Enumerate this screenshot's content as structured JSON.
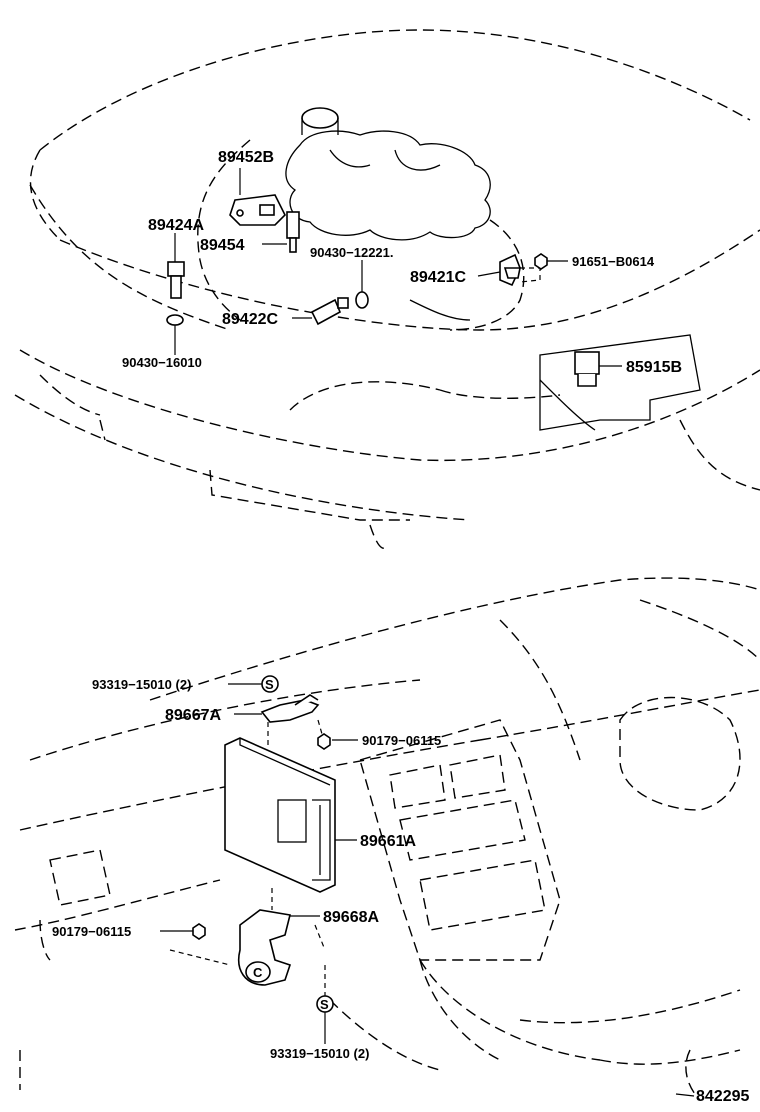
{
  "diagram": {
    "labels": {
      "p89452B": "89452B",
      "p89424A": "89424A",
      "p89454": "89454",
      "p90430_12221": "90430−12221.",
      "p91651_B0614": "91651−B0614",
      "p89421C": "89421C",
      "p89422C": "89422C",
      "p90430_16010": "90430−16010",
      "p85915B": "85915B",
      "p93319_top": "93319−15010 (2)",
      "p89667A": "89667A",
      "p90179_right": "90179−06115",
      "p89661A": "89661A",
      "p90179_left": "90179−06115",
      "p89668A": "89668A",
      "p93319_bottom": "93319−15010 (2)",
      "ref_842295": "842295"
    },
    "symbols": {
      "s_mark": "S",
      "c_mark": "C"
    }
  }
}
